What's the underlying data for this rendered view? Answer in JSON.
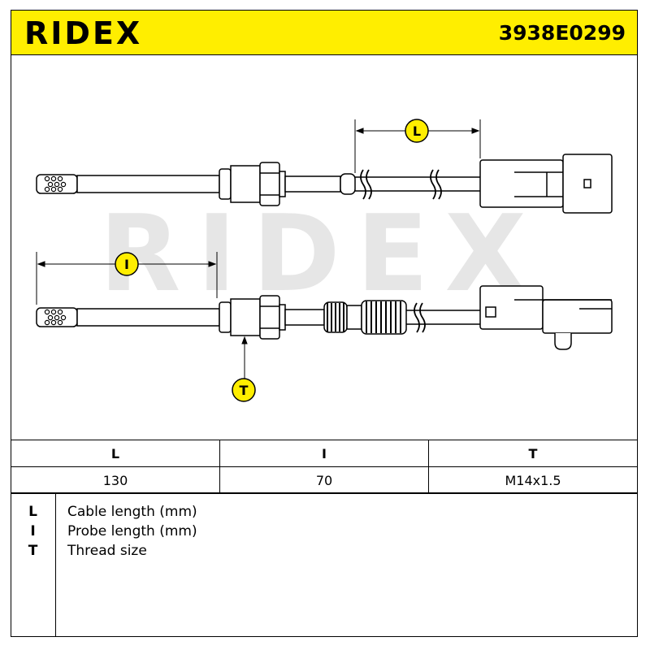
{
  "header": {
    "brand": "RIDEX",
    "part_number": "3938E0299",
    "accent_color": "#ffee00"
  },
  "drawing": {
    "watermark": "RIDEX",
    "dimension_markers": [
      {
        "key": "L"
      },
      {
        "key": "I"
      },
      {
        "key": "T"
      }
    ],
    "marker_fill": "#ffee00"
  },
  "spec_table": {
    "headers": [
      "L",
      "I",
      "T"
    ],
    "values": [
      "130",
      "70",
      "M14x1.5"
    ]
  },
  "legend": {
    "items": [
      {
        "key": "L",
        "label": "Cable length (mm)"
      },
      {
        "key": "I",
        "label": "Probe length (mm)"
      },
      {
        "key": "T",
        "label": "Thread size"
      }
    ]
  }
}
